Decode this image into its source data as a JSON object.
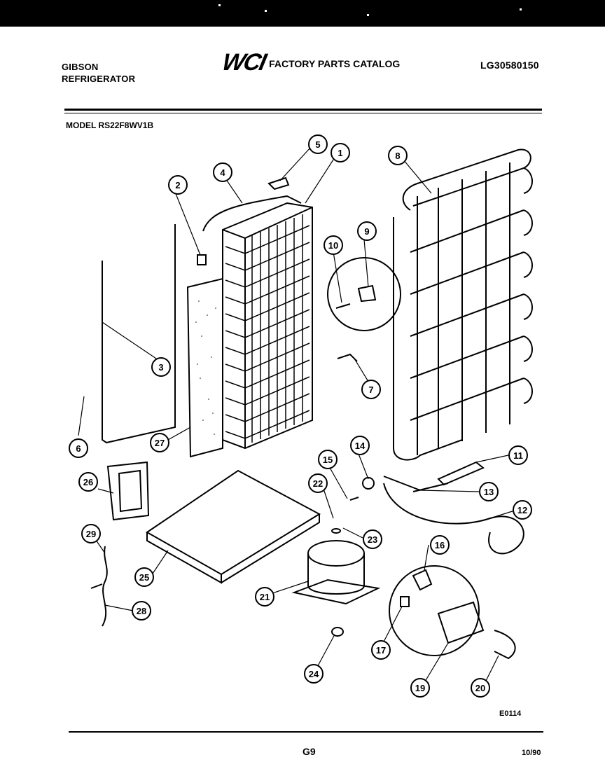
{
  "header": {
    "brand_line1": "GIBSON",
    "brand_line2": "REFRIGERATOR",
    "logo_mark": "WCI",
    "catalog_title": "FACTORY PARTS CATALOG",
    "catalog_number": "LG30580150"
  },
  "model_label": "MODEL RS22F8WV1B",
  "diagram": {
    "callouts": [
      "1",
      "2",
      "3",
      "4",
      "5",
      "6",
      "7",
      "8",
      "9",
      "10",
      "11",
      "12",
      "13",
      "14",
      "15",
      "16",
      "17",
      "19",
      "20",
      "21",
      "22",
      "23",
      "24",
      "25",
      "26",
      "27",
      "28",
      "29"
    ]
  },
  "footer": {
    "diagram_code": "E0114",
    "page_number": "G9",
    "date": "10/90"
  },
  "colors": {
    "ink": "#000000",
    "paper": "#ffffff"
  }
}
